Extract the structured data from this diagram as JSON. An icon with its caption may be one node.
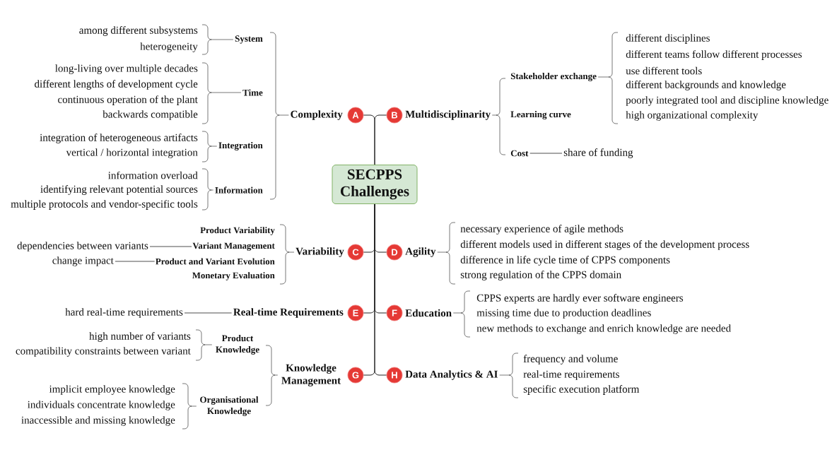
{
  "diagram": {
    "nodes": [
      {
        "text": [
          "SECPPS Challenges"
        ]
      },
      {
        "text": [
          "A"
        ]
      },
      {
        "text": [
          "Complexity"
        ]
      },
      {
        "text": [
          "System"
        ]
      },
      {
        "text": [
          "among different subsystems"
        ]
      },
      {
        "text": [
          "heterogeneity"
        ]
      },
      {
        "text": [
          "Time"
        ]
      },
      {
        "text": [
          "long-living over multiple decades"
        ]
      },
      {
        "text": [
          "different lengths of development cycle"
        ]
      },
      {
        "text": [
          "continuous operation of the plant"
        ]
      },
      {
        "text": [
          "backwards compatible"
        ]
      },
      {
        "text": [
          "Integration"
        ]
      },
      {
        "text": [
          "integration of heterogeneous artifacts"
        ]
      },
      {
        "text": [
          "vertical / horizontal integration"
        ]
      },
      {
        "text": [
          "Information"
        ]
      },
      {
        "text": [
          "information overload"
        ]
      },
      {
        "text": [
          "identifying relevant potential sources"
        ]
      },
      {
        "text": [
          "multiple protocols and vendor-specific tools"
        ]
      },
      {
        "text": [
          "B"
        ]
      },
      {
        "text": [
          "Multidisciplinarity"
        ]
      },
      {
        "text": [
          "Stakeholder exchange"
        ]
      },
      {
        "text": [
          "different disciplines"
        ]
      },
      {
        "text": [
          "different teams follow different processes"
        ]
      },
      {
        "text": [
          "use different tools"
        ]
      },
      {
        "text": [
          "different backgrounds and knowledge"
        ]
      },
      {
        "text": [
          "poorly integrated tool and discipline knowledge"
        ]
      },
      {
        "text": [
          "high organizational complexity"
        ]
      },
      {
        "text": [
          "Learning curve"
        ]
      },
      {
        "text": [
          "Cost"
        ]
      },
      {
        "text": [
          "share of funding"
        ]
      },
      {
        "text": [
          "C"
        ]
      },
      {
        "text": [
          "Variability"
        ]
      },
      {
        "text": [
          "Product Variability"
        ]
      },
      {
        "text": [
          "Variant Management"
        ]
      },
      {
        "text": [
          "dependencies between variants"
        ]
      },
      {
        "text": [
          "Product and Variant Evolution"
        ]
      },
      {
        "text": [
          "change impact"
        ]
      },
      {
        "text": [
          "Monetary Evaluation"
        ]
      },
      {
        "text": [
          "D"
        ]
      },
      {
        "text": [
          "Agility"
        ]
      },
      {
        "text": [
          "necessary experience of agile methods"
        ]
      },
      {
        "text": [
          "different models used in different stages of the development process"
        ]
      },
      {
        "text": [
          "difference in life cycle time of CPPS components"
        ]
      },
      {
        "text": [
          "strong regulation of the CPPS domain"
        ]
      },
      {
        "text": [
          "E"
        ]
      },
      {
        "text": [
          "Real-time Requirements"
        ]
      },
      {
        "text": [
          "hard real-time requirements"
        ]
      },
      {
        "text": [
          "F"
        ]
      },
      {
        "text": [
          "Education"
        ]
      },
      {
        "text": [
          "CPPS experts are hardly ever software engineers"
        ]
      },
      {
        "text": [
          "missing time due to production deadlines"
        ]
      },
      {
        "text": [
          "new methods to exchange and enrich knowledge are needed"
        ]
      },
      {
        "text": [
          "G"
        ]
      },
      {
        "text": [
          "Knowledge Management"
        ]
      },
      {
        "text": [
          "Product Knowledge"
        ]
      },
      {
        "text": [
          "high number of variants"
        ]
      },
      {
        "text": [
          "compatibility constraints between variant"
        ]
      },
      {
        "text": [
          "Organisational Knowledge"
        ]
      },
      {
        "text": [
          "implicit employee knowledge"
        ]
      },
      {
        "text": [
          "individuals concentrate knowledge"
        ]
      },
      {
        "text": [
          "inaccessible and missing knowledge"
        ]
      },
      {
        "text": [
          "H"
        ]
      },
      {
        "text": [
          "Data Analytics & AI"
        ]
      },
      {
        "text": [
          "frequency and volume"
        ]
      },
      {
        "text": [
          "real-time requirements"
        ]
      },
      {
        "text": [
          "specific execution platform"
        ]
      }
    ],
    "edges": [
      {
        "from": 0,
        "to": 1,
        "arrow": "none"
      },
      {
        "from": 0,
        "to": 18,
        "arrow": "none"
      },
      {
        "from": 0,
        "to": 30,
        "arrow": "none"
      },
      {
        "from": 0,
        "to": 38,
        "arrow": "none"
      },
      {
        "from": 0,
        "to": 44,
        "arrow": "none"
      },
      {
        "from": 0,
        "to": 47,
        "arrow": "none"
      },
      {
        "from": 0,
        "to": 52,
        "arrow": "none"
      },
      {
        "from": 0,
        "to": 61,
        "arrow": "none"
      },
      {
        "from": 2,
        "to": 3,
        "arrow": "none"
      },
      {
        "from": 2,
        "to": 6,
        "arrow": "none"
      },
      {
        "from": 2,
        "to": 11,
        "arrow": "none"
      },
      {
        "from": 2,
        "to": 14,
        "arrow": "none"
      },
      {
        "from": 3,
        "to": 4,
        "arrow": "none"
      },
      {
        "from": 3,
        "to": 5,
        "arrow": "none"
      },
      {
        "from": 6,
        "to": 7,
        "arrow": "none"
      },
      {
        "from": 6,
        "to": 8,
        "arrow": "none"
      },
      {
        "from": 6,
        "to": 9,
        "arrow": "none"
      },
      {
        "from": 6,
        "to": 10,
        "arrow": "none"
      },
      {
        "from": 11,
        "to": 12,
        "arrow": "none"
      },
      {
        "from": 11,
        "to": 13,
        "arrow": "none"
      },
      {
        "from": 14,
        "to": 15,
        "arrow": "none"
      },
      {
        "from": 14,
        "to": 16,
        "arrow": "none"
      },
      {
        "from": 14,
        "to": 17,
        "arrow": "none"
      },
      {
        "from": 19,
        "to": 20,
        "arrow": "none"
      },
      {
        "from": 19,
        "to": 27,
        "arrow": "none"
      },
      {
        "from": 19,
        "to": 28,
        "arrow": "none"
      },
      {
        "from": 20,
        "to": 21,
        "arrow": "none"
      },
      {
        "from": 20,
        "to": 22,
        "arrow": "none"
      },
      {
        "from": 20,
        "to": 23,
        "arrow": "none"
      },
      {
        "from": 20,
        "to": 24,
        "arrow": "none"
      },
      {
        "from": 20,
        "to": 25,
        "arrow": "none"
      },
      {
        "from": 20,
        "to": 26,
        "arrow": "none"
      },
      {
        "from": 28,
        "to": 29,
        "arrow": "none"
      },
      {
        "from": 31,
        "to": 32,
        "arrow": "none"
      },
      {
        "from": 31,
        "to": 33,
        "arrow": "none"
      },
      {
        "from": 31,
        "to": 35,
        "arrow": "none"
      },
      {
        "from": 31,
        "to": 37,
        "arrow": "none"
      },
      {
        "from": 33,
        "to": 34,
        "arrow": "none"
      },
      {
        "from": 35,
        "to": 36,
        "arrow": "none"
      },
      {
        "from": 39,
        "to": 40,
        "arrow": "none"
      },
      {
        "from": 39,
        "to": 41,
        "arrow": "none"
      },
      {
        "from": 39,
        "to": 42,
        "arrow": "none"
      },
      {
        "from": 39,
        "to": 43,
        "arrow": "none"
      },
      {
        "from": 45,
        "to": 46,
        "arrow": "none"
      },
      {
        "from": 48,
        "to": 49,
        "arrow": "none"
      },
      {
        "from": 48,
        "to": 50,
        "arrow": "none"
      },
      {
        "from": 48,
        "to": 51,
        "arrow": "none"
      },
      {
        "from": 53,
        "to": 54,
        "arrow": "none"
      },
      {
        "from": 53,
        "to": 57,
        "arrow": "none"
      },
      {
        "from": 54,
        "to": 55,
        "arrow": "none"
      },
      {
        "from": 54,
        "to": 56,
        "arrow": "none"
      },
      {
        "from": 57,
        "to": 58,
        "arrow": "none"
      },
      {
        "from": 57,
        "to": 59,
        "arrow": "none"
      },
      {
        "from": 57,
        "to": 60,
        "arrow": "none"
      },
      {
        "from": 62,
        "to": 63,
        "arrow": "none"
      },
      {
        "from": 62,
        "to": 64,
        "arrow": "none"
      },
      {
        "from": 62,
        "to": 65,
        "arrow": "none"
      }
    ]
  }
}
